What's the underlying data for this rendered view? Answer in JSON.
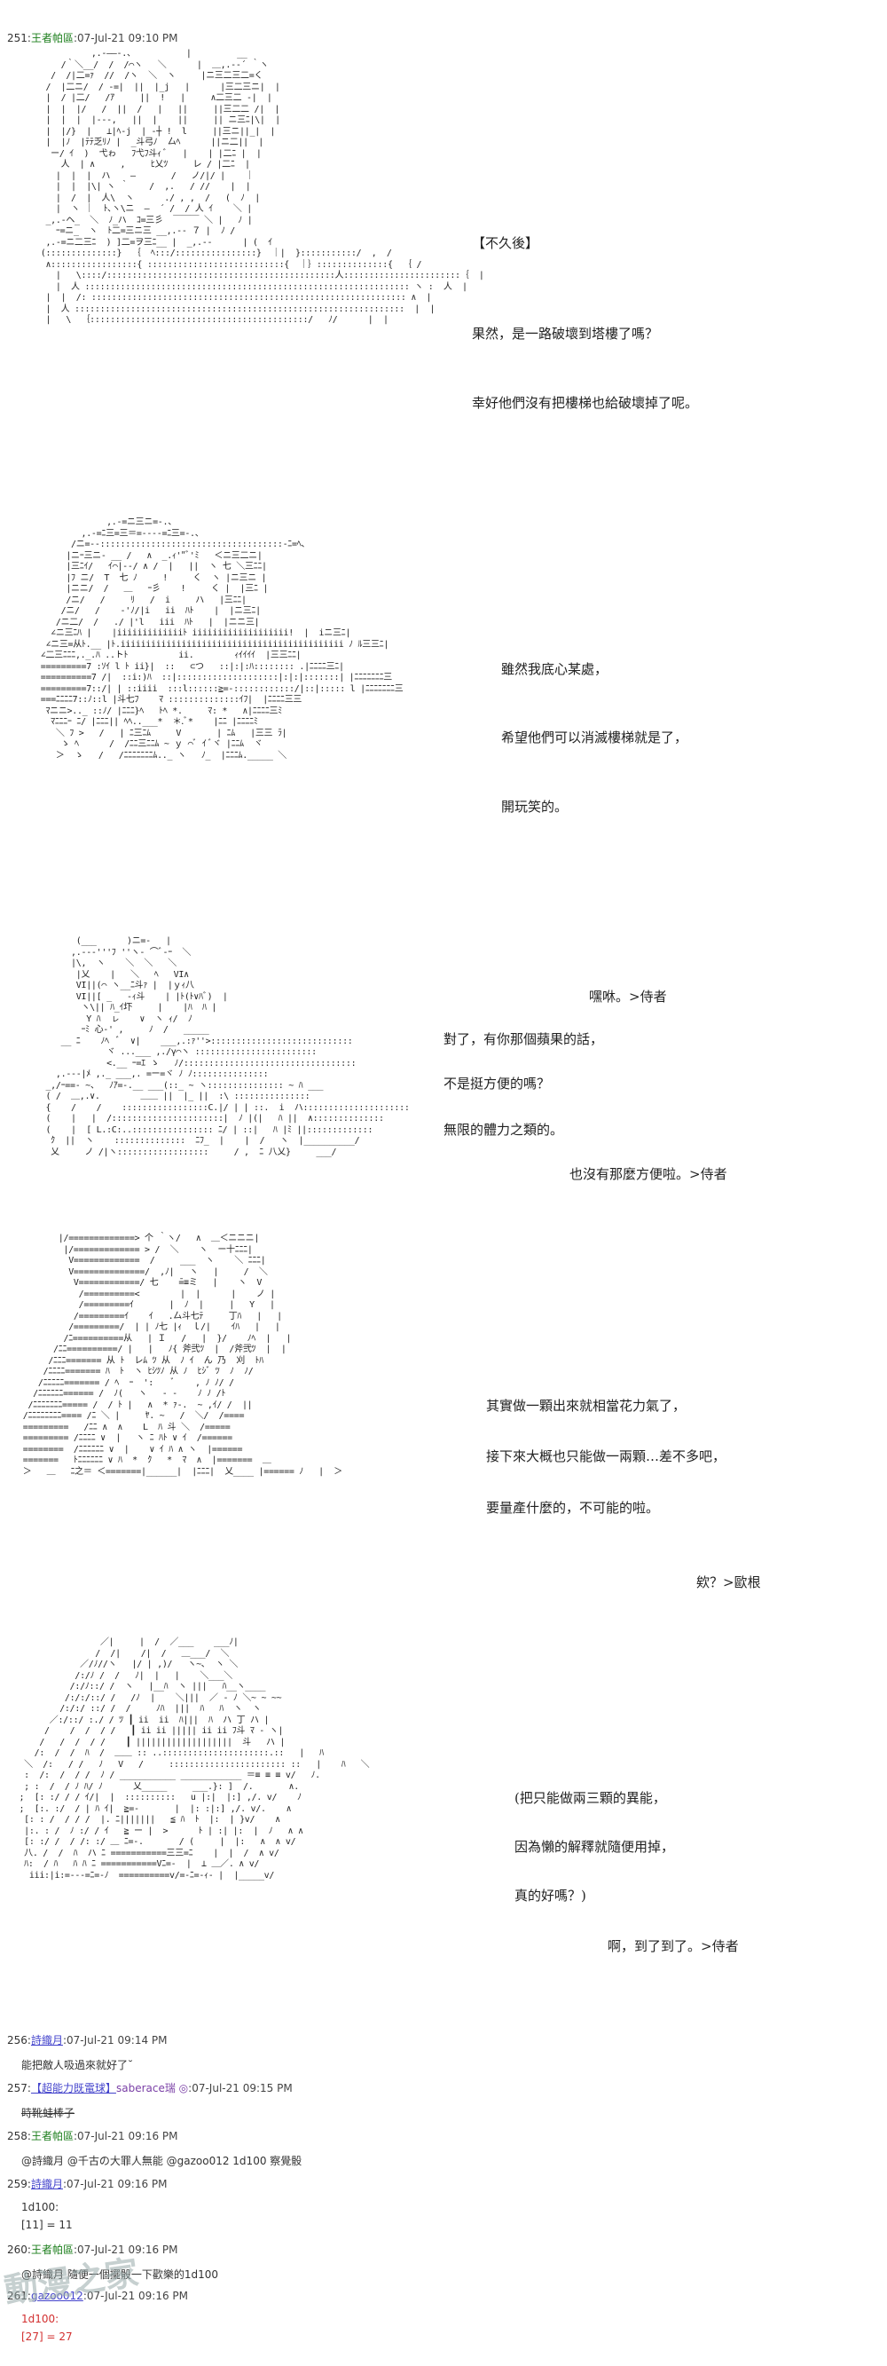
{
  "post251": {
    "number": "251:",
    "name": "王者帕區",
    "datetime": ":07-Jul-21 09:10 PM"
  },
  "panel1": {
    "caption": "【不久後】",
    "line1": "果然，是一路破壞到塔樓了嗎？",
    "line2": "幸好他們沒有把樓梯也給破壞掉了呢。"
  },
  "panel2": {
    "line1": "雖然我底心某處，",
    "line2": "希望他們可以消滅樓梯就是了，",
    "line3": "開玩笑的。"
  },
  "panel3": {
    "line1": "嘿咻。>侍者",
    "line2": "對了，有你那個蘋果的話，",
    "line3": "不是挺方便的嗎？",
    "line4": "無限的體力之類的。",
    "line5": "也沒有那麼方便啦。>侍者"
  },
  "panel4": {
    "line1": "其實做一顆出來就相當花力氣了，",
    "line2": "接下來大概也只能做一兩顆…差不多吧，",
    "line3": "要量產什麼的，不可能的啦。",
    "line4": "欸？>歐根"
  },
  "panel5": {
    "line1": "(把只能做兩三顆的異能，",
    "line2": "因為懶的解釋就隨便用掉，",
    "line3": "真的好嗎？)",
    "line4": "啊，到了到了。>侍者"
  },
  "post256": {
    "number": "256:",
    "name": "詩織月",
    "datetime": ":07-Jul-21 09:14 PM",
    "text": "能把敵人吸過來就好了˘"
  },
  "post257": {
    "number": "257:",
    "name": "【超能力既電球】",
    "trip": "saberace瑞",
    "mark": "◎",
    "datetime": ":07-Jul-21 09:15 PM",
    "text": "時靴蛙棒子"
  },
  "post258": {
    "number": "258:",
    "name": "王者帕區",
    "datetime": ":07-Jul-21 09:16 PM",
    "text": "@詩織月 @千古の大罪人無能 @gazoo012 1d100 察覺骰"
  },
  "post259": {
    "number": "259:",
    "name": "詩織月",
    "datetime": ":07-Jul-21 09:16 PM",
    "dice_label": "1d100:",
    "dice_result": "[11] = 11"
  },
  "post260": {
    "number": "260:",
    "name": "王者帕區",
    "datetime": ":07-Jul-21 09:16 PM",
    "text": "@詩織月 隨便一個擺骰一下歡樂的1d100"
  },
  "post261": {
    "number": "261:",
    "name": "gazoo012",
    "datetime": ":07-Jul-21 09:16 PM",
    "dice_label": "1d100:",
    "dice_result": "[27] = 27"
  },
  "watermark": "動漫之家"
}
